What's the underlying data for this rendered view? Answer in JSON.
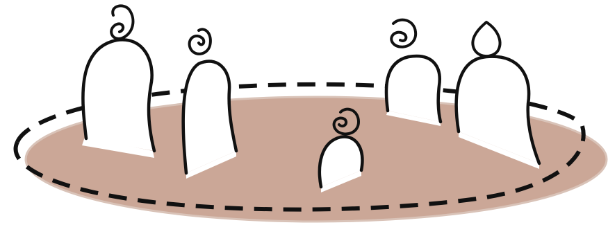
{
  "colors": {
    "background": "#ffffff",
    "floor": "#cba797",
    "floor_edge": "#d9c3b8",
    "outline": "#111111",
    "figure_fill": "#ffffff"
  },
  "icons": [
    "floor-ellipse",
    "dashed-boundary-circle",
    "person-figure",
    "small-child-figure"
  ],
  "figures": [
    {
      "name": "tall-person-far-left"
    },
    {
      "name": "person-left"
    },
    {
      "name": "small-child-center"
    },
    {
      "name": "person-right"
    },
    {
      "name": "tall-person-far-right"
    }
  ]
}
